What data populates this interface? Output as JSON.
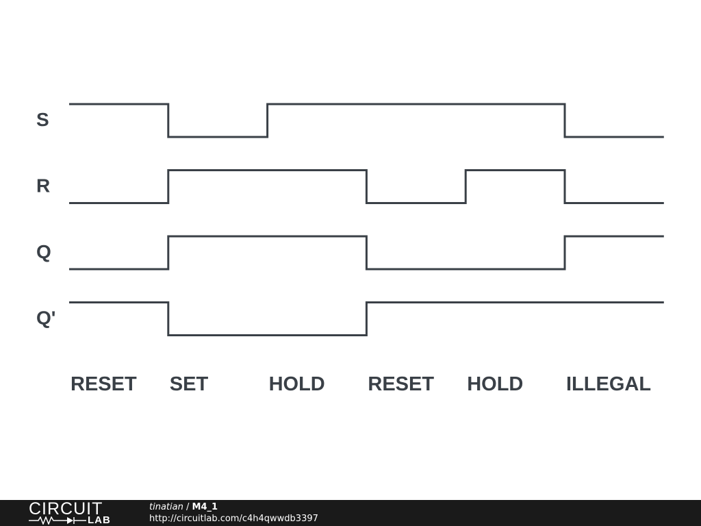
{
  "diagram": {
    "signals": [
      {
        "name": "S",
        "levels": [
          1,
          0,
          1,
          1,
          1,
          0
        ]
      },
      {
        "name": "R",
        "levels": [
          0,
          1,
          1,
          0,
          1,
          0
        ]
      },
      {
        "name": "Q",
        "levels": [
          0,
          1,
          1,
          0,
          0,
          1
        ]
      },
      {
        "name": "Q'",
        "levels": [
          1,
          0,
          0,
          1,
          1,
          1
        ]
      }
    ],
    "states": [
      "RESET",
      "SET",
      "HOLD",
      "RESET",
      "HOLD",
      "ILLEGAL"
    ],
    "line_color": "#3a4047"
  },
  "footer": {
    "logo_top": "CIRCUIT",
    "logo_bottom": "LAB",
    "author": "tinatian",
    "separator": "/",
    "circuit_title": "M4_1",
    "url": "http://circuitlab.com/c4h4qwwdb3397",
    "background": "#1a1a1a"
  }
}
